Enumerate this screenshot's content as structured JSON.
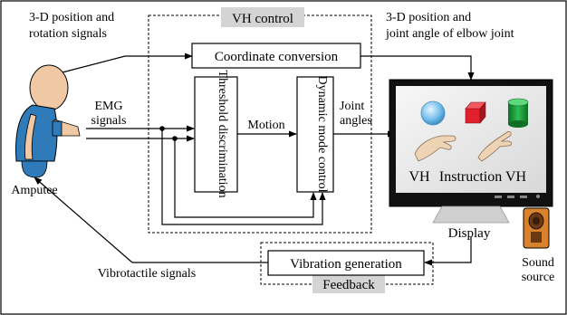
{
  "labels": {
    "vh_control": "VH control",
    "feedback": "Feedback",
    "coordinate_conversion": "Coordinate conversion",
    "threshold_discrimination": "Threshold discrimination",
    "dynamic_mode_control": "Dynamic mode control",
    "vibration_generation": "Vibration generation",
    "pos_rot_line1": "3-D position and",
    "pos_rot_line2": "rotation signals",
    "pos_joint_line1": "3-D position and",
    "pos_joint_line2": "joint angle of elbow joint",
    "emg_line1": "EMG",
    "emg_line2": "signals",
    "amputee": "Amputee",
    "motion": "Motion",
    "joint_line1": "Joint",
    "joint_line2": "angles",
    "vh_left": "VH",
    "instruction_vh": "Instruction VH",
    "display": "Display",
    "vibrotactile": "Vibrotactile signals",
    "sound_line1": "Sound",
    "sound_line2": "source"
  },
  "colors": {
    "tag_fill": "#d4d4d4",
    "screen_blue": "#5aa6d8",
    "cube_red": "#e0202a",
    "cylinder_green": "#1f9a3a",
    "skin": "#f1c8a4",
    "shirt_blue": "#2f7ab8",
    "speaker_orange": "#d9822b"
  }
}
